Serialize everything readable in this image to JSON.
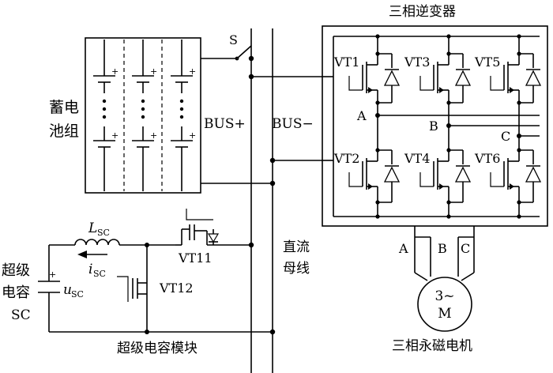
{
  "labels": {
    "inverter_title": "三相逆变器",
    "battery_line1": "蓄电",
    "battery_line2": "池组",
    "bus_plus": "BUS+",
    "bus_minus": "BUS−",
    "switch_s": "S",
    "dc_bus_line1": "直流",
    "dc_bus_line2": "母线",
    "vt1": "VT1",
    "vt2": "VT2",
    "vt3": "VT3",
    "vt4": "VT4",
    "vt5": "VT5",
    "vt6": "VT6",
    "vt11": "VT11",
    "vt12": "VT12",
    "phase_a": "A",
    "phase_b": "B",
    "phase_c": "C",
    "out_a": "A",
    "out_b": "B",
    "out_c": "C",
    "motor_top": "3~",
    "motor_bottom": "M",
    "motor_caption": "三相永磁电机",
    "inductor": "L",
    "inductor_sub": "SC",
    "current": "i",
    "current_sub": "SC",
    "voltage": "u",
    "voltage_sub": "SC",
    "sc_line1": "超级",
    "sc_line2": "电容",
    "sc_line3": "SC",
    "sc_module_caption": "超级电容模块",
    "plus": "+"
  }
}
